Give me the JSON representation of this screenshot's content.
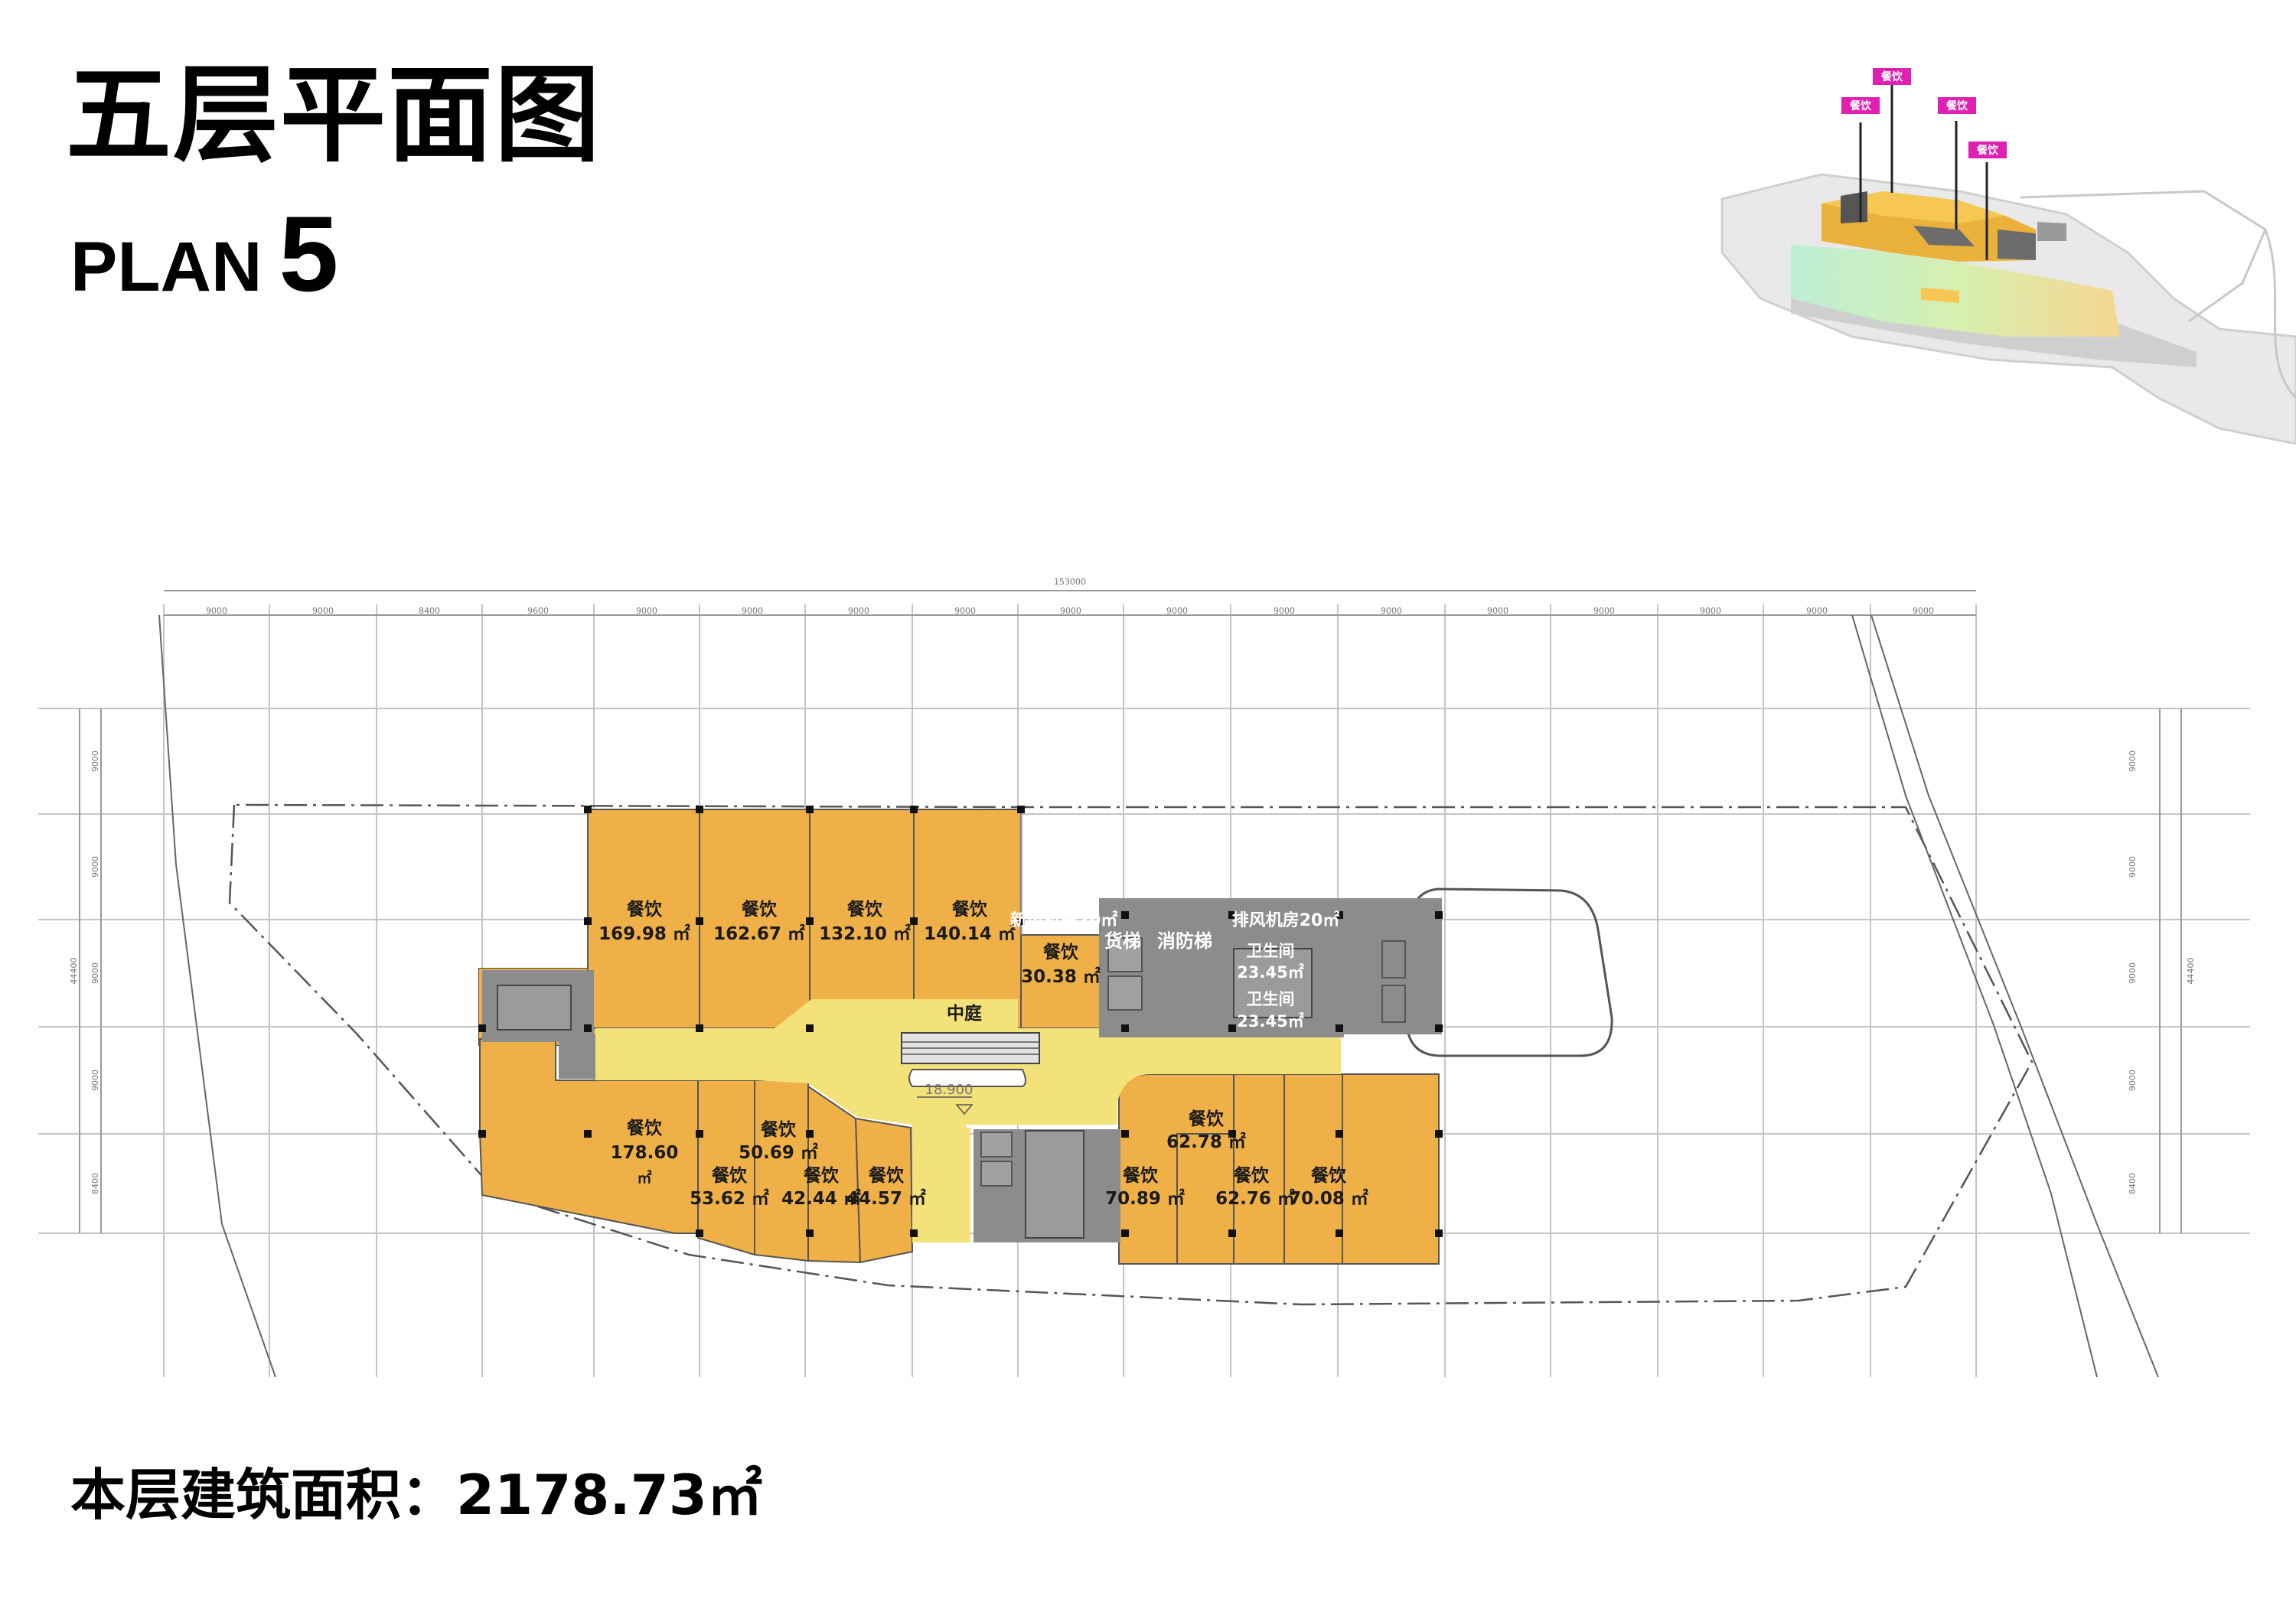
{
  "title": {
    "cn": "五层平面图",
    "plan_word": "PLAN",
    "plan_number": "5"
  },
  "floor_area_text": "本层建筑面积：2178.73㎡",
  "dimensions": {
    "total": "153000",
    "spans": [
      "9000",
      "9000",
      "8400",
      "9600",
      "9000",
      "9000",
      "9000",
      "9000",
      "9000",
      "9000",
      "9000",
      "9000",
      "9000",
      "9000",
      "9000",
      "9000",
      "9000"
    ],
    "left_total": "44400",
    "left_spans": [
      "9000",
      "9000",
      "9000",
      "9000",
      "8400"
    ],
    "right_total": "44400",
    "right_spans": [
      "9000",
      "9000",
      "9000",
      "9000",
      "8400"
    ]
  },
  "rooms": [
    {
      "name": "餐饮",
      "area": "169.98 ㎡"
    },
    {
      "name": "餐饮",
      "area": "162.67 ㎡"
    },
    {
      "name": "餐饮",
      "area": "132.10 ㎡"
    },
    {
      "name": "餐饮",
      "area": "140.14 ㎡"
    },
    {
      "name": "餐饮",
      "area": "30.38 ㎡"
    },
    {
      "name": "餐饮",
      "area": "178.60"
    },
    {
      "name": "餐饮",
      "area": "50.69 ㎡"
    },
    {
      "name": "餐饮",
      "area": "53.62 ㎡"
    },
    {
      "name": "餐饮",
      "area": "42.44 ㎡"
    },
    {
      "name": "餐饮",
      "area": "44.57 ㎡"
    },
    {
      "name": "餐饮",
      "area": "62.78 ㎡"
    },
    {
      "name": "餐饮",
      "area": "70.89 ㎡"
    },
    {
      "name": "餐饮",
      "area": "62.76 ㎡"
    },
    {
      "name": "餐饮",
      "area": "70.08 ㎡"
    }
  ],
  "unit_only": "㎡",
  "service": {
    "fresh_air_room": "新风机房20㎡",
    "freight_elevator": "货梯",
    "fire_elevator": "消防梯",
    "exhaust_room": "排风机房20㎡",
    "toilet_1": "卫生间",
    "toilet_1_area": "23.45㎡",
    "toilet_2": "卫生间",
    "toilet_2_area": "23.45㎡"
  },
  "atrium": "中庭",
  "elevation": "18.900",
  "keyplan_tags": [
    "餐饮",
    "餐饮",
    "餐饮",
    "餐饮"
  ],
  "colors": {
    "shop": "#f0b048",
    "corridor": "#f3e179",
    "core": "#8c8c8c",
    "tag": "#e020b0"
  }
}
